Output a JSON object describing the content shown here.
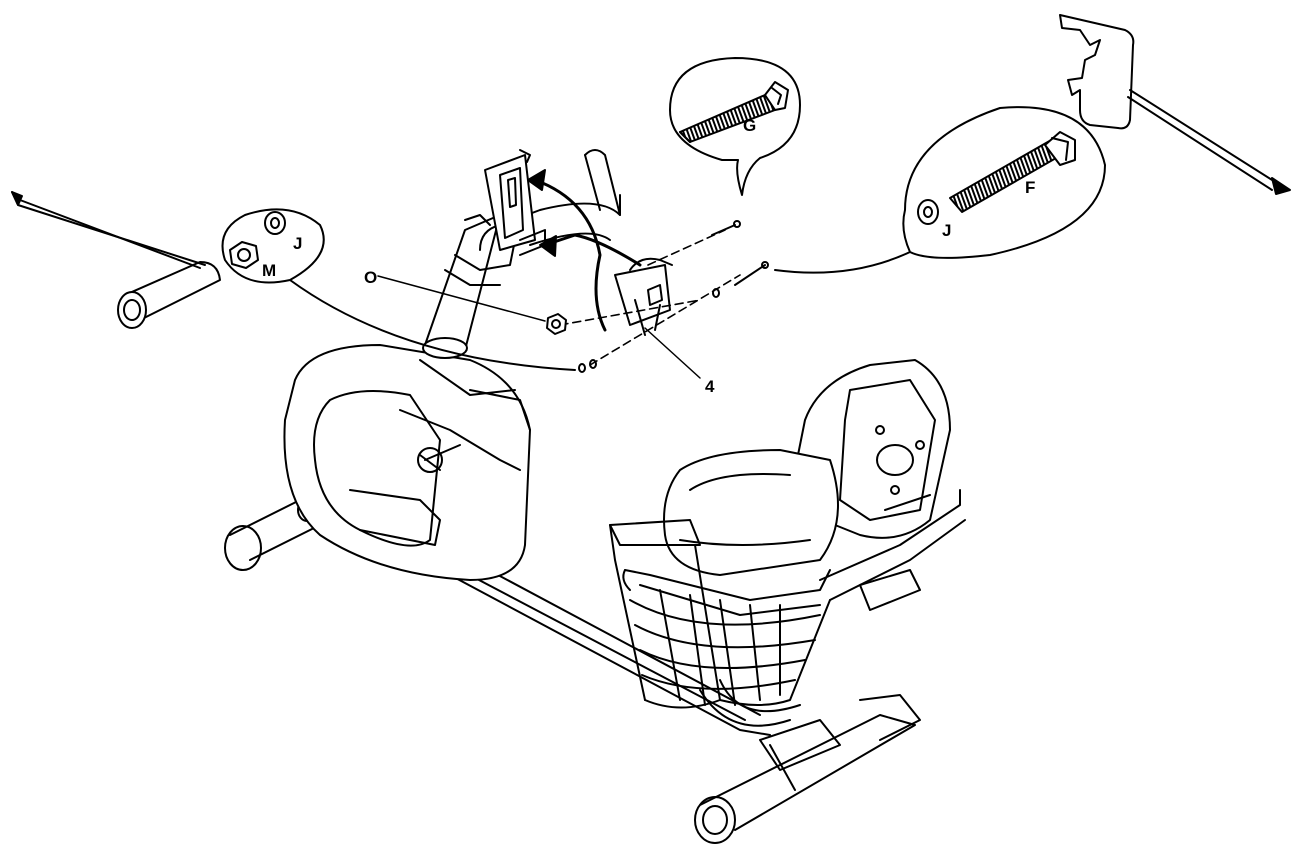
{
  "labels": {
    "g": "G",
    "f": "F",
    "j_right": "J",
    "j_left": "J",
    "m": "M",
    "o": "O",
    "part_4": "4"
  },
  "colors": {
    "line": "#000000",
    "fill": "#ffffff",
    "shade": "#d9d9d9"
  }
}
